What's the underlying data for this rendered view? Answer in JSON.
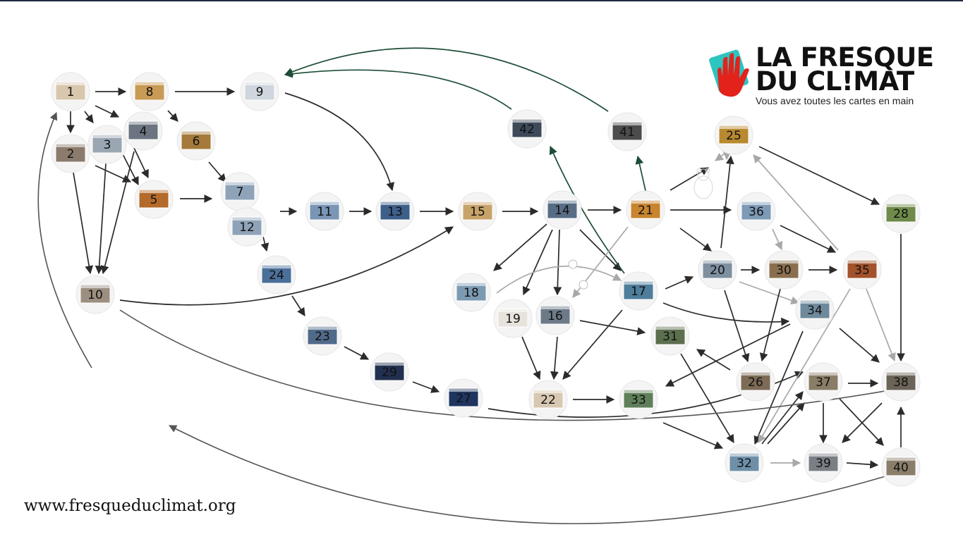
{
  "logo": {
    "line1": "LA FRESQUE",
    "line2": "DU CL!MAT",
    "tagline": "Vous avez toutes les cartes en main"
  },
  "website": "www.fresqueduclimat.org",
  "colors": {
    "arrow_dark": "#2b2b2b",
    "arrow_green": "#1d4d36",
    "arrow_grey": "#a8a8a8",
    "arrow_mid": "#555555",
    "logo_red": "#e3221b",
    "logo_teal": "#2ec4c0"
  },
  "cards": [
    {
      "n": "1",
      "color": "#d9c7ad"
    },
    {
      "n": "2",
      "color": "#8a7b6c"
    },
    {
      "n": "3",
      "color": "#9aa6b2"
    },
    {
      "n": "4",
      "color": "#6b7480"
    },
    {
      "n": "5",
      "color": "#b36a2a"
    },
    {
      "n": "6",
      "color": "#a57a3a"
    },
    {
      "n": "7",
      "color": "#8fa3b8"
    },
    {
      "n": "8",
      "color": "#c89a55"
    },
    {
      "n": "9",
      "color": "#cfd6de"
    },
    {
      "n": "10",
      "color": "#9c8f80"
    },
    {
      "n": "11",
      "color": "#7a95b5"
    },
    {
      "n": "12",
      "color": "#8fa3b8"
    },
    {
      "n": "13",
      "color": "#3e5f8a"
    },
    {
      "n": "14",
      "color": "#586d85"
    },
    {
      "n": "15",
      "color": "#c7a36a"
    },
    {
      "n": "16",
      "color": "#6c7a88"
    },
    {
      "n": "17",
      "color": "#4f7d9c"
    },
    {
      "n": "18",
      "color": "#7b9bb3"
    },
    {
      "n": "19",
      "color": "#e7e2dc"
    },
    {
      "n": "20",
      "color": "#7e8fa0"
    },
    {
      "n": "21",
      "color": "#c8842e"
    },
    {
      "n": "22",
      "color": "#d8c8b2"
    },
    {
      "n": "23",
      "color": "#506a8a"
    },
    {
      "n": "24",
      "color": "#4a6f99"
    },
    {
      "n": "25",
      "color": "#b8892f"
    },
    {
      "n": "26",
      "color": "#7d6b56"
    },
    {
      "n": "27",
      "color": "#1f3560"
    },
    {
      "n": "28",
      "color": "#6f8a4a"
    },
    {
      "n": "29",
      "color": "#22304f"
    },
    {
      "n": "30",
      "color": "#8a6f4f"
    },
    {
      "n": "31",
      "color": "#5c6f4e"
    },
    {
      "n": "32",
      "color": "#6e8fa8"
    },
    {
      "n": "33",
      "color": "#5f7f5a"
    },
    {
      "n": "34",
      "color": "#6e8a9c"
    },
    {
      "n": "35",
      "color": "#a3522b"
    },
    {
      "n": "36",
      "color": "#7d9ab6"
    },
    {
      "n": "37",
      "color": "#8a7d66"
    },
    {
      "n": "38",
      "color": "#6b6458"
    },
    {
      "n": "39",
      "color": "#7a7f86"
    },
    {
      "n": "40",
      "color": "#8a7d6a"
    },
    {
      "n": "41",
      "color": "#4c4c4c"
    },
    {
      "n": "42",
      "color": "#3e4a5a"
    }
  ]
}
